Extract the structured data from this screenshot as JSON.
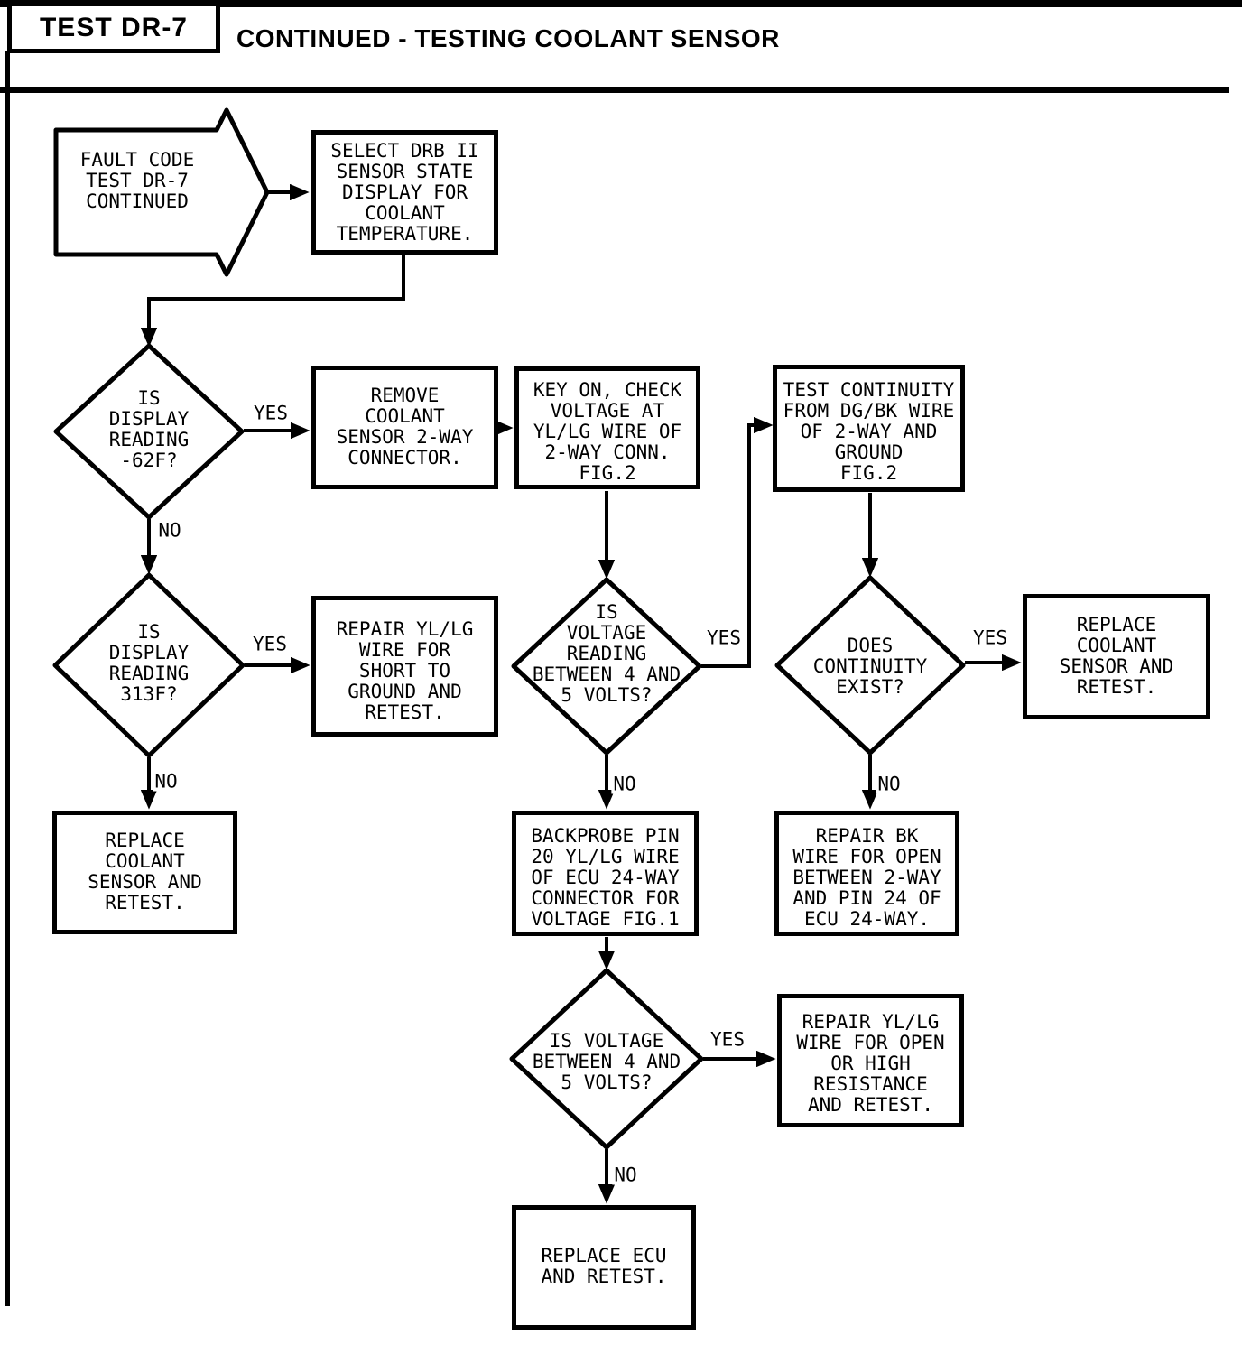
{
  "header": {
    "test_label": "TEST DR-7",
    "title": "CONTINUED - TESTING COOLANT SENSOR"
  },
  "nodes": {
    "start": {
      "label": "FAULT CODE\nTEST DR-7\nCONTINUED"
    },
    "select_display": {
      "label": "SELECT DRB II\nSENSOR STATE\nDISPLAY FOR\nCOOLANT\nTEMPERATURE."
    },
    "remove_connector": {
      "label": "REMOVE\nCOOLANT\nSENSOR 2-WAY\nCONNECTOR."
    },
    "key_on_check": {
      "label": "KEY ON, CHECK\nVOLTAGE AT\nYL/LG WIRE OF\n2-WAY CONN.\nFIG.2"
    },
    "test_continuity": {
      "label": "TEST CONTINUITY\nFROM DG/BK WIRE\nOF 2-WAY AND\nGROUND\nFIG.2"
    },
    "repair_short": {
      "label": "REPAIR YL/LG\nWIRE FOR\nSHORT TO\nGROUND AND\nRETEST."
    },
    "replace_sensor_right": {
      "label": "REPLACE\nCOOLANT\nSENSOR AND\nRETEST."
    },
    "replace_sensor_left": {
      "label": "REPLACE\nCOOLANT\nSENSOR AND\nRETEST."
    },
    "backprobe": {
      "label": "BACKPROBE PIN\n20 YL/LG WIRE\nOF ECU 24-WAY\nCONNECTOR FOR\nVOLTAGE FIG.1"
    },
    "repair_bk": {
      "label": "REPAIR BK\nWIRE FOR OPEN\nBETWEEN 2-WAY\nAND PIN 24 OF\nECU 24-WAY."
    },
    "repair_open": {
      "label": "REPAIR YL/LG\nWIRE FOR OPEN\nOR HIGH\nRESISTANCE\nAND RETEST."
    },
    "replace_ecu": {
      "label": "REPLACE ECU\nAND RETEST."
    }
  },
  "decisions": {
    "display_minus62": {
      "label": "IS\nDISPLAY\nREADING\n-62F?",
      "yes": "YES",
      "no": "NO"
    },
    "display_313": {
      "label": "IS\nDISPLAY\nREADING\n313F?",
      "yes": "YES",
      "no": "NO"
    },
    "voltage_4_5": {
      "label": "IS\nVOLTAGE\nREADING\nBETWEEN 4 AND\n5 VOLTS?",
      "yes": "YES",
      "no": "NO"
    },
    "continuity_exists": {
      "label": "DOES\nCONTINUITY\nEXIST?",
      "yes": "YES",
      "no": "NO"
    },
    "voltage_4_5_ecu": {
      "label": "IS VOLTAGE\nBETWEEN 4 AND\n5 VOLTS?",
      "yes": "YES",
      "no": "NO"
    }
  },
  "colors": {
    "ink": "#000000",
    "paper": "#ffffff"
  }
}
